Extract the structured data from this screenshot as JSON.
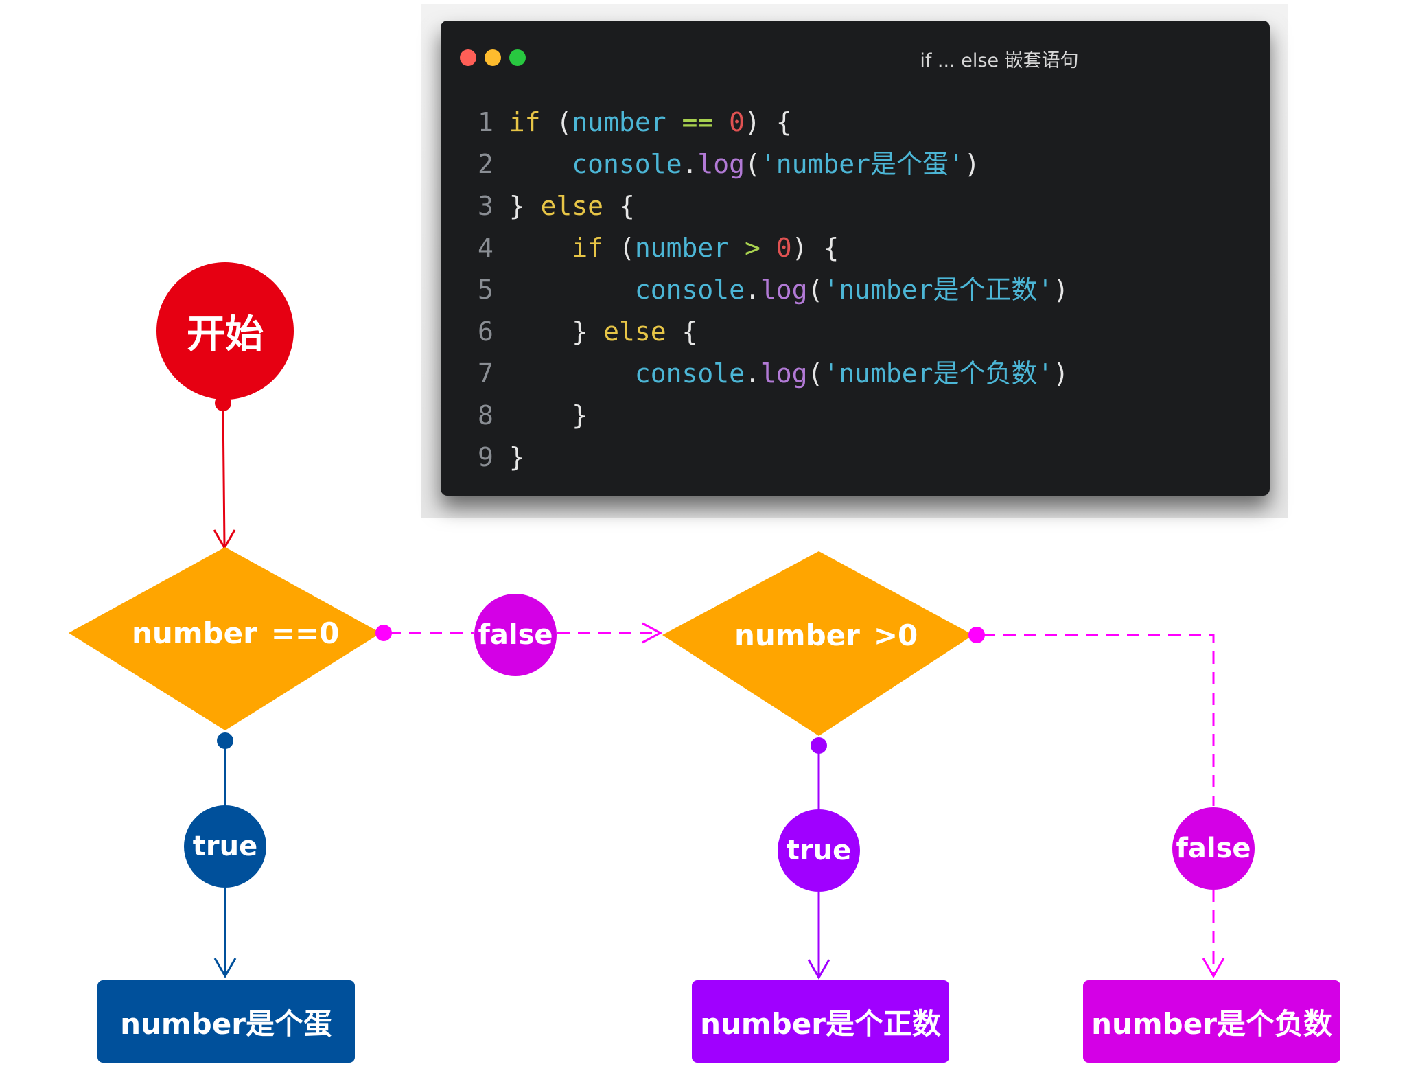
{
  "window": {
    "title": "if ... else 嵌套语句",
    "controls": [
      "close",
      "minimize",
      "maximize"
    ]
  },
  "code": {
    "lines": [
      {
        "no": "1",
        "tokens": [
          [
            "kw",
            "if"
          ],
          [
            "pun",
            " ("
          ],
          [
            "var",
            "number"
          ],
          [
            "pun",
            " "
          ],
          [
            "op",
            "=="
          ],
          [
            "pun",
            " "
          ],
          [
            "num",
            "0"
          ],
          [
            "pun",
            ") {"
          ]
        ]
      },
      {
        "no": "2",
        "tokens": [
          [
            "pun",
            "    "
          ],
          [
            "var",
            "console"
          ],
          [
            "pun",
            "."
          ],
          [
            "fn",
            "log"
          ],
          [
            "pun",
            "("
          ],
          [
            "str",
            "'number是个蛋'"
          ],
          [
            "pun",
            ")"
          ]
        ]
      },
      {
        "no": "3",
        "tokens": [
          [
            "pun",
            "} "
          ],
          [
            "kw",
            "else"
          ],
          [
            "pun",
            " {"
          ]
        ]
      },
      {
        "no": "4",
        "tokens": [
          [
            "pun",
            "    "
          ],
          [
            "kw",
            "if"
          ],
          [
            "pun",
            " ("
          ],
          [
            "var",
            "number"
          ],
          [
            "pun",
            " "
          ],
          [
            "op",
            ">"
          ],
          [
            "pun",
            " "
          ],
          [
            "num",
            "0"
          ],
          [
            "pun",
            ") {"
          ]
        ]
      },
      {
        "no": "5",
        "tokens": [
          [
            "pun",
            "        "
          ],
          [
            "var",
            "console"
          ],
          [
            "pun",
            "."
          ],
          [
            "fn",
            "log"
          ],
          [
            "pun",
            "("
          ],
          [
            "str",
            "'number是个正数'"
          ],
          [
            "pun",
            ")"
          ]
        ]
      },
      {
        "no": "6",
        "tokens": [
          [
            "pun",
            "    } "
          ],
          [
            "kw",
            "else"
          ],
          [
            "pun",
            " {"
          ]
        ]
      },
      {
        "no": "7",
        "tokens": [
          [
            "pun",
            "        "
          ],
          [
            "var",
            "console"
          ],
          [
            "pun",
            "."
          ],
          [
            "fn",
            "log"
          ],
          [
            "pun",
            "("
          ],
          [
            "str",
            "'number是个负数'"
          ],
          [
            "pun",
            ")"
          ]
        ]
      },
      {
        "no": "8",
        "tokens": [
          [
            "pun",
            "    }"
          ]
        ]
      },
      {
        "no": "9",
        "tokens": [
          [
            "pun",
            "}"
          ]
        ]
      }
    ]
  },
  "flow": {
    "start": "开始",
    "condition1": {
      "left": "number",
      "op": "==",
      "right": "0"
    },
    "condition2": {
      "left": "number",
      "op": ">",
      "right": "0"
    },
    "branch1_true": "true",
    "branch1_false": "false",
    "branch2_true": "true",
    "branch2_false": "false",
    "result_zero": "number是个蛋",
    "result_positive": "number是个正数",
    "result_negative": "number是个负数"
  },
  "colors": {
    "start": "#e60012",
    "decision": "#ffa500",
    "blue": "#00509b",
    "purple": "#a000ff",
    "magenta": "#d400e6",
    "dash": "#ff00ff"
  }
}
